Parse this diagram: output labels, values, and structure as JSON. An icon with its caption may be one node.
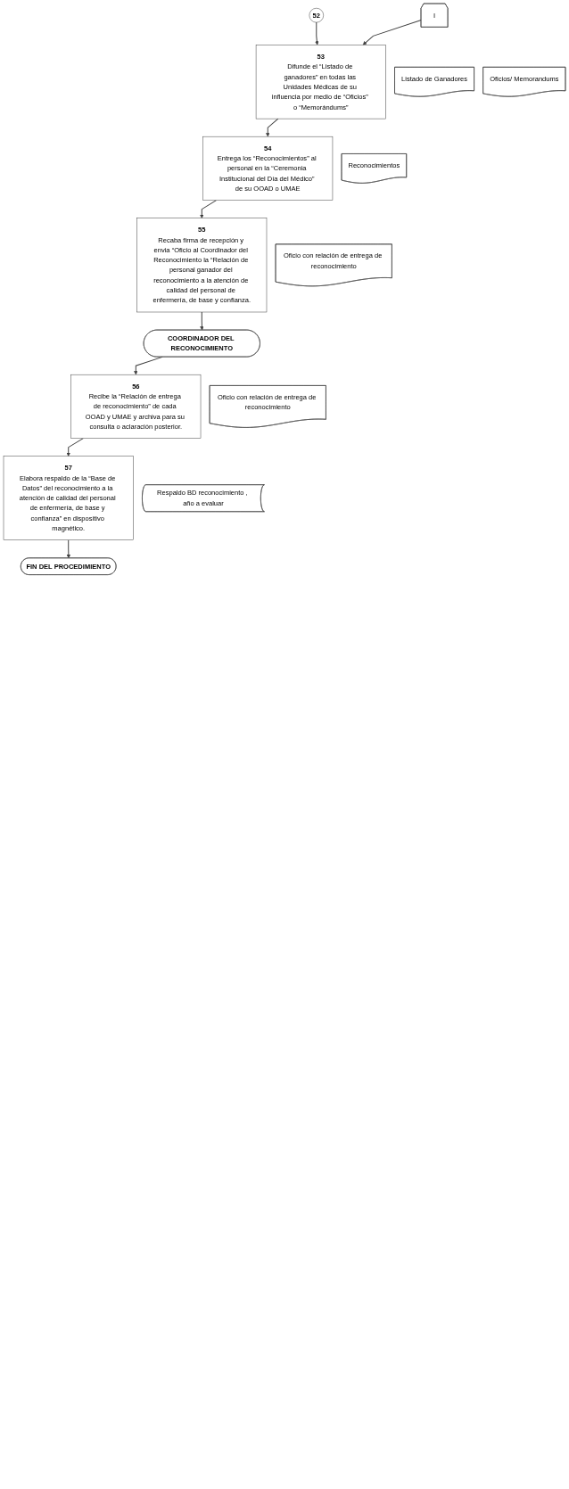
{
  "diagram": {
    "nodes": [
      {
        "text": [
          "I"
        ]
      },
      {
        "text": [
          "52"
        ]
      },
      {
        "text": [
          "53",
          "Difunde el “Listado de ganadores” en todas las Unidades Médicas de su influencia por medio de “Oficios” o “Memorándums”"
        ]
      },
      {
        "text": [
          "Listado de Ganadores"
        ]
      },
      {
        "text": [
          "Oficios/ Memorandums"
        ]
      },
      {
        "text": [
          "54",
          "Entrega los “Reconocimientos” al personal en la “Ceremonia Institucional del Día del Médico” de su OOAD o UMAE"
        ]
      },
      {
        "text": [
          "Reconocimientos"
        ]
      },
      {
        "text": [
          "55",
          "Recaba firma de recepción y envia “Oficio al Coordinador del Reconocimiento la “Relación de personal ganador del reconocimiento a la atención de calidad del personal de enfermería, de base y confianza."
        ]
      },
      {
        "text": [
          "Oficio con relación de entrega de reconocimiento"
        ]
      },
      {
        "text": [
          "COORDINADOR DEL RECONOCIMIENTO"
        ]
      },
      {
        "text": [
          "56",
          "Recibe la “Relación de entrega de reconocimiento” de cada OOAD y UMAE y archiva para su consulta o aclaración posterior."
        ]
      },
      {
        "text": [
          "Oficio con relación de entrega de reconocimiento"
        ]
      },
      {
        "text": [
          "57",
          "Elabora respaldo de la “Base de Datos” del reconocimiento a la atención de calidad del personal de enfermería, de base y confianza” en dispositivo magnético."
        ]
      },
      {
        "text": [
          "Respaldo BD reconocimiento , año a evaluar"
        ]
      },
      {
        "text": [
          "FIN DEL PROCEDIMIENTO"
        ]
      }
    ],
    "edges": [
      {
        "from": 0,
        "to": 2,
        "arrow": "to"
      },
      {
        "from": 1,
        "to": 2,
        "arrow": "to"
      },
      {
        "from": 2,
        "to": 5,
        "arrow": "to"
      },
      {
        "from": 5,
        "to": 7,
        "arrow": "to"
      },
      {
        "from": 7,
        "to": 9,
        "arrow": "to"
      },
      {
        "from": 9,
        "to": 10,
        "arrow": "to"
      },
      {
        "from": 10,
        "to": 12,
        "arrow": "to"
      },
      {
        "from": 12,
        "to": 14,
        "arrow": "to"
      }
    ]
  }
}
